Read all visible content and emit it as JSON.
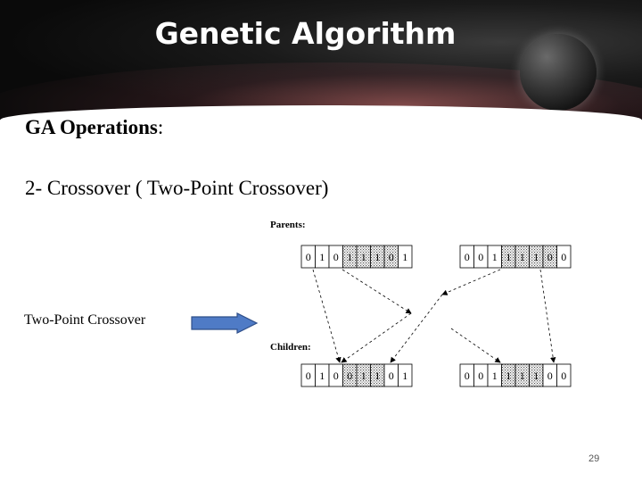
{
  "slide": {
    "title": "Genetic Algorithm",
    "heading": "GA Operations",
    "heading_colon": ":",
    "subtitle": "2- Crossover ( Two-Point Crossover)",
    "side_label": "Two-Point Crossover",
    "page_number": "29"
  },
  "diagram": {
    "parents_label": "Parents:",
    "children_label": "Children:",
    "parent1": [
      "0",
      "1",
      "0",
      "1",
      "1",
      "1",
      "0",
      "1"
    ],
    "parent2": [
      "0",
      "0",
      "1",
      "1",
      "1",
      "1",
      "0",
      "0"
    ],
    "child1": [
      "0",
      "1",
      "0",
      "0",
      "1",
      "1",
      "0",
      "1"
    ],
    "child2": [
      "0",
      "0",
      "1",
      "1",
      "1",
      "1",
      "0",
      "0"
    ]
  },
  "colors": {
    "arrow_fill": "#4f7bc6",
    "arrow_stroke": "#2f4f8a"
  }
}
